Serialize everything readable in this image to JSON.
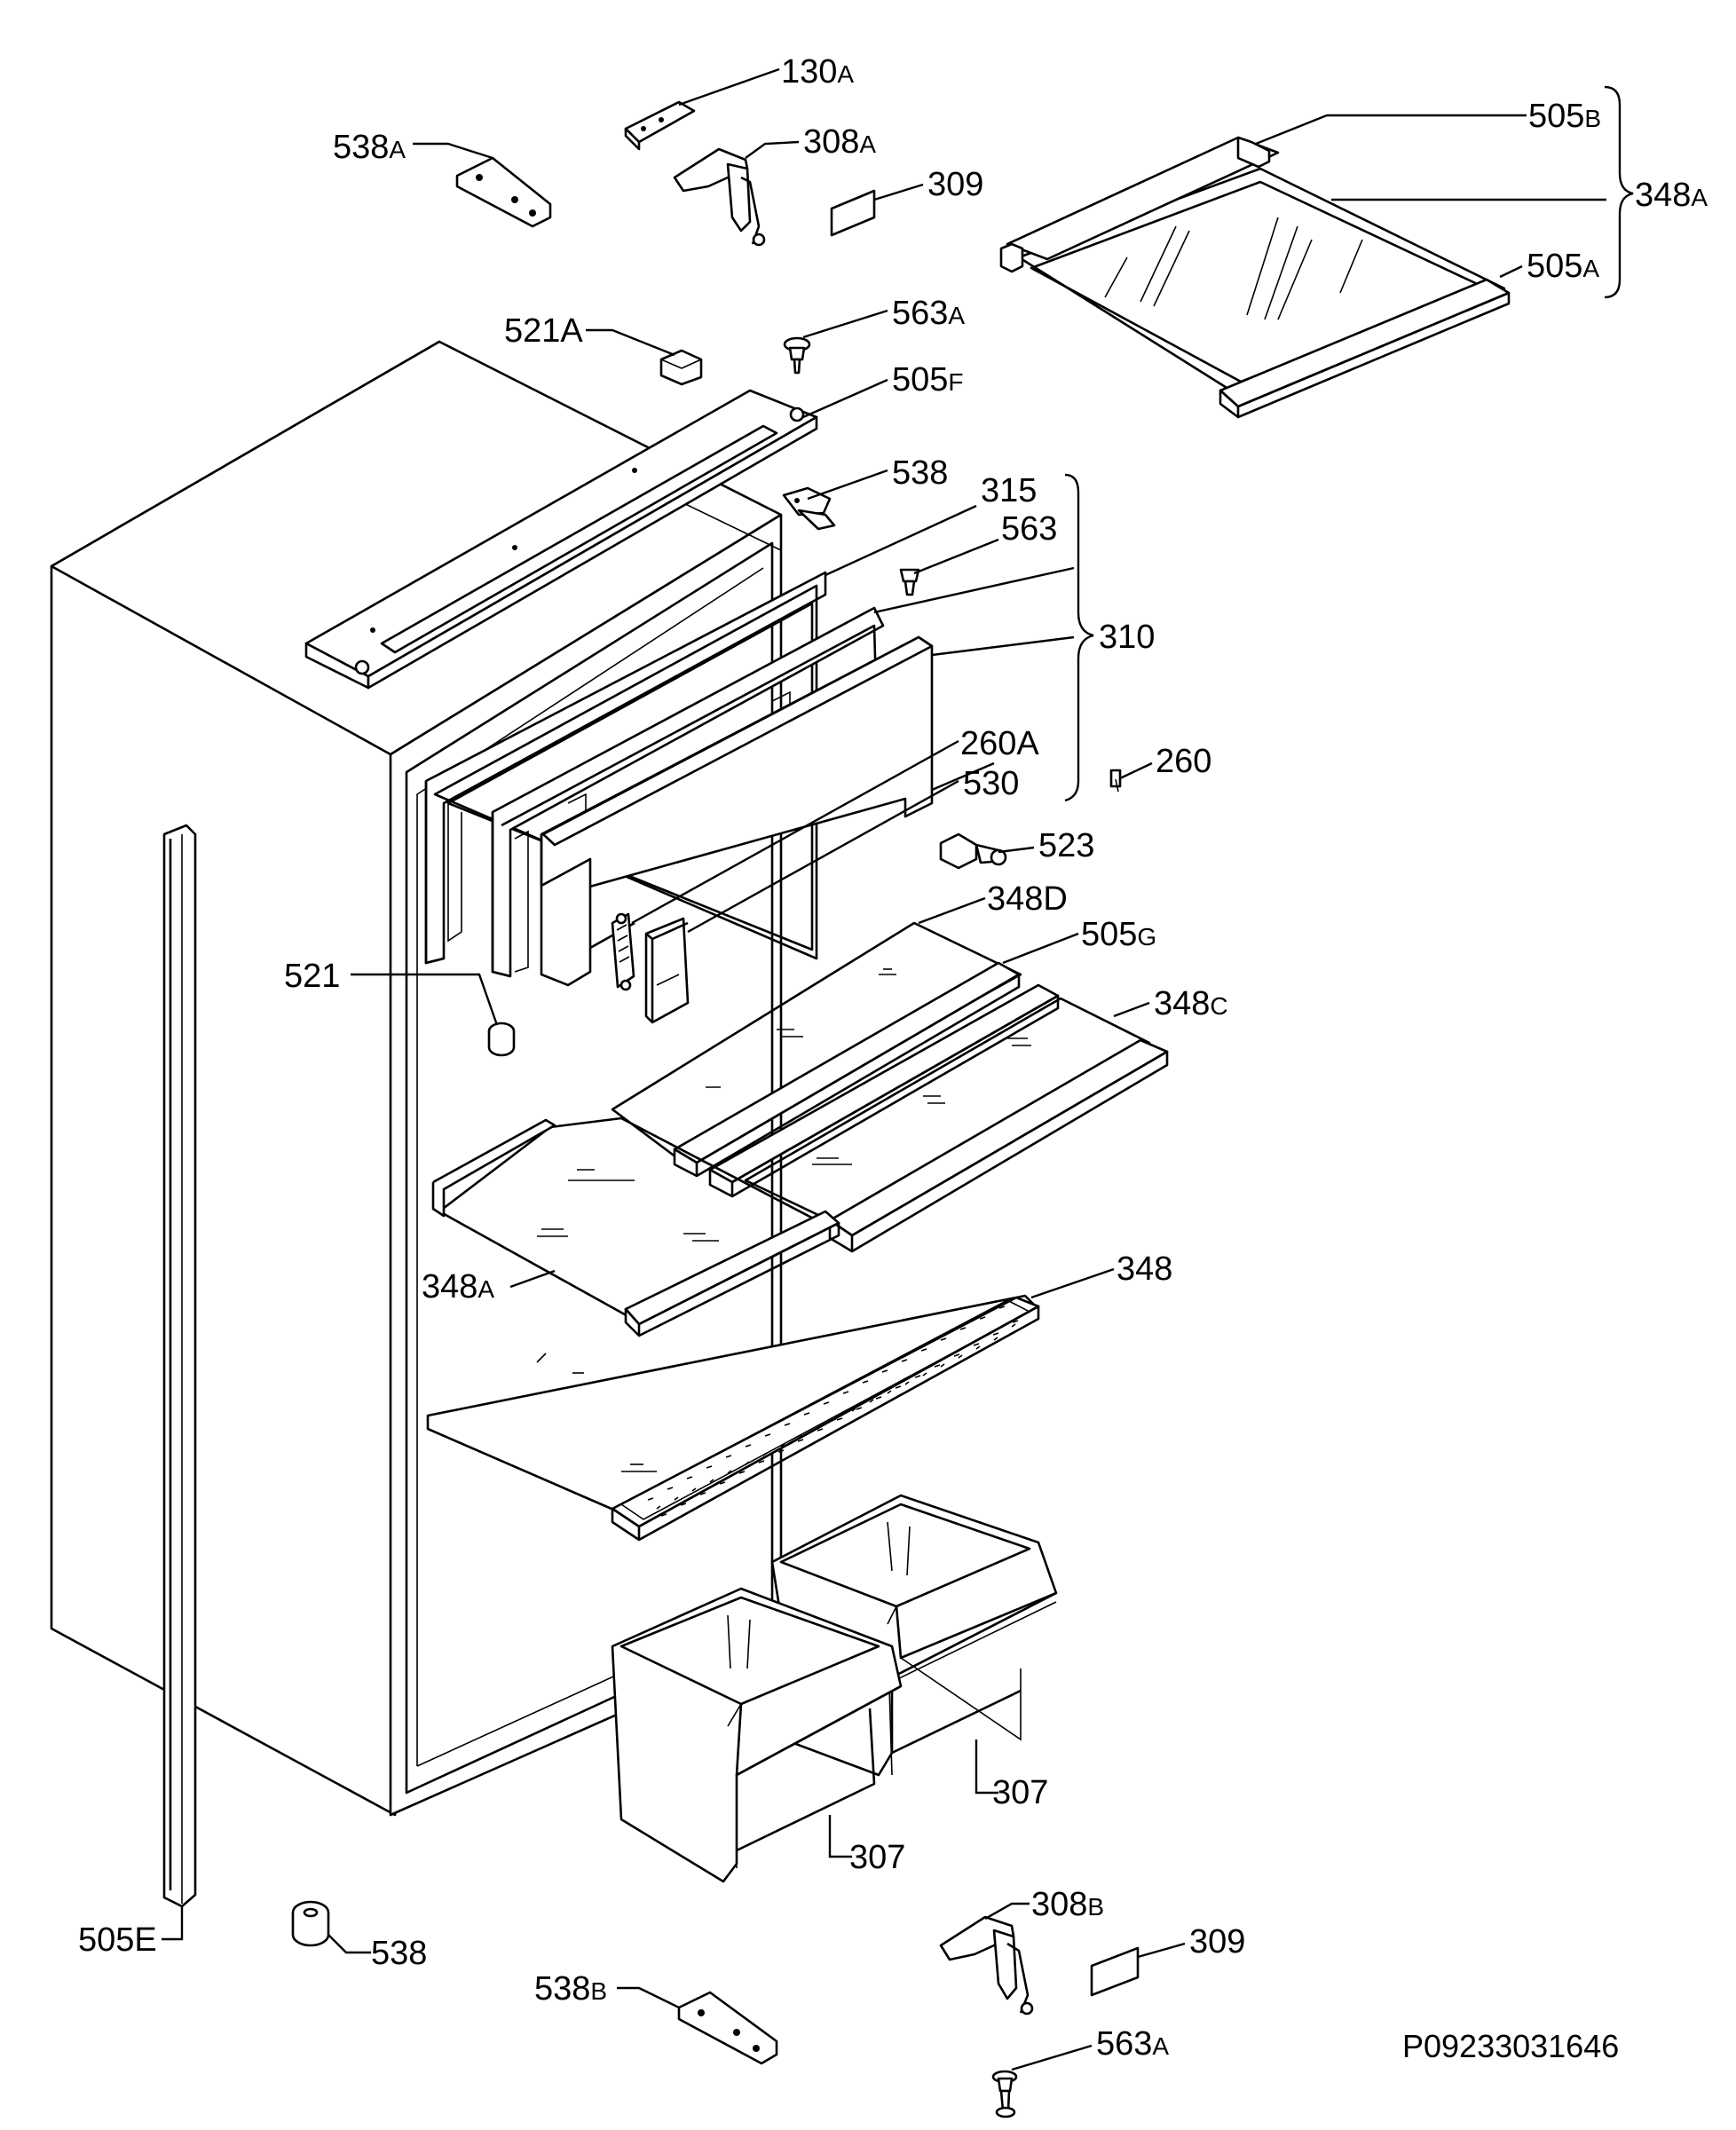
{
  "labels": {
    "l130a": {
      "num": "130",
      "suf": "A"
    },
    "l538a": {
      "num": "538",
      "suf": "A"
    },
    "l308a": {
      "num": "308",
      "suf": "A"
    },
    "l309t": {
      "num": "309",
      "suf": ""
    },
    "l505b": {
      "num": "505",
      "suf": "B"
    },
    "l348a_top": {
      "num": "348",
      "suf": "A"
    },
    "l505a": {
      "num": "505",
      "suf": "A"
    },
    "l521a": {
      "num": "521A",
      "suf": ""
    },
    "l563a_top": {
      "num": "563",
      "suf": "A"
    },
    "l505f": {
      "num": "505",
      "suf": "F"
    },
    "l538m": {
      "num": "538",
      "suf": ""
    },
    "l315": {
      "num": "315",
      "suf": ""
    },
    "l563": {
      "num": "563",
      "suf": ""
    },
    "l310": {
      "num": "310",
      "suf": ""
    },
    "l260a": {
      "num": "260A",
      "suf": ""
    },
    "l260": {
      "num": "260",
      "suf": ""
    },
    "l530": {
      "num": "530",
      "suf": ""
    },
    "l523": {
      "num": "523",
      "suf": ""
    },
    "l348d": {
      "num": "348D",
      "suf": ""
    },
    "l505g": {
      "num": "505",
      "suf": "G"
    },
    "l521": {
      "num": "521",
      "suf": ""
    },
    "l348c": {
      "num": "348",
      "suf": "C"
    },
    "l348a_mid": {
      "num": "348",
      "suf": "A"
    },
    "l348": {
      "num": "348",
      "suf": ""
    },
    "l307r": {
      "num": "307",
      "suf": ""
    },
    "l307l": {
      "num": "307",
      "suf": ""
    },
    "l308b": {
      "num": "308",
      "suf": "B"
    },
    "l505e": {
      "num": "505E",
      "suf": ""
    },
    "l538b_bot": {
      "num": "538",
      "suf": ""
    },
    "l538b": {
      "num": "538",
      "suf": "B"
    },
    "l309b": {
      "num": "309",
      "suf": ""
    },
    "l563a_bot": {
      "num": "563",
      "suf": "A"
    }
  },
  "drawing_code": "P09233031646"
}
